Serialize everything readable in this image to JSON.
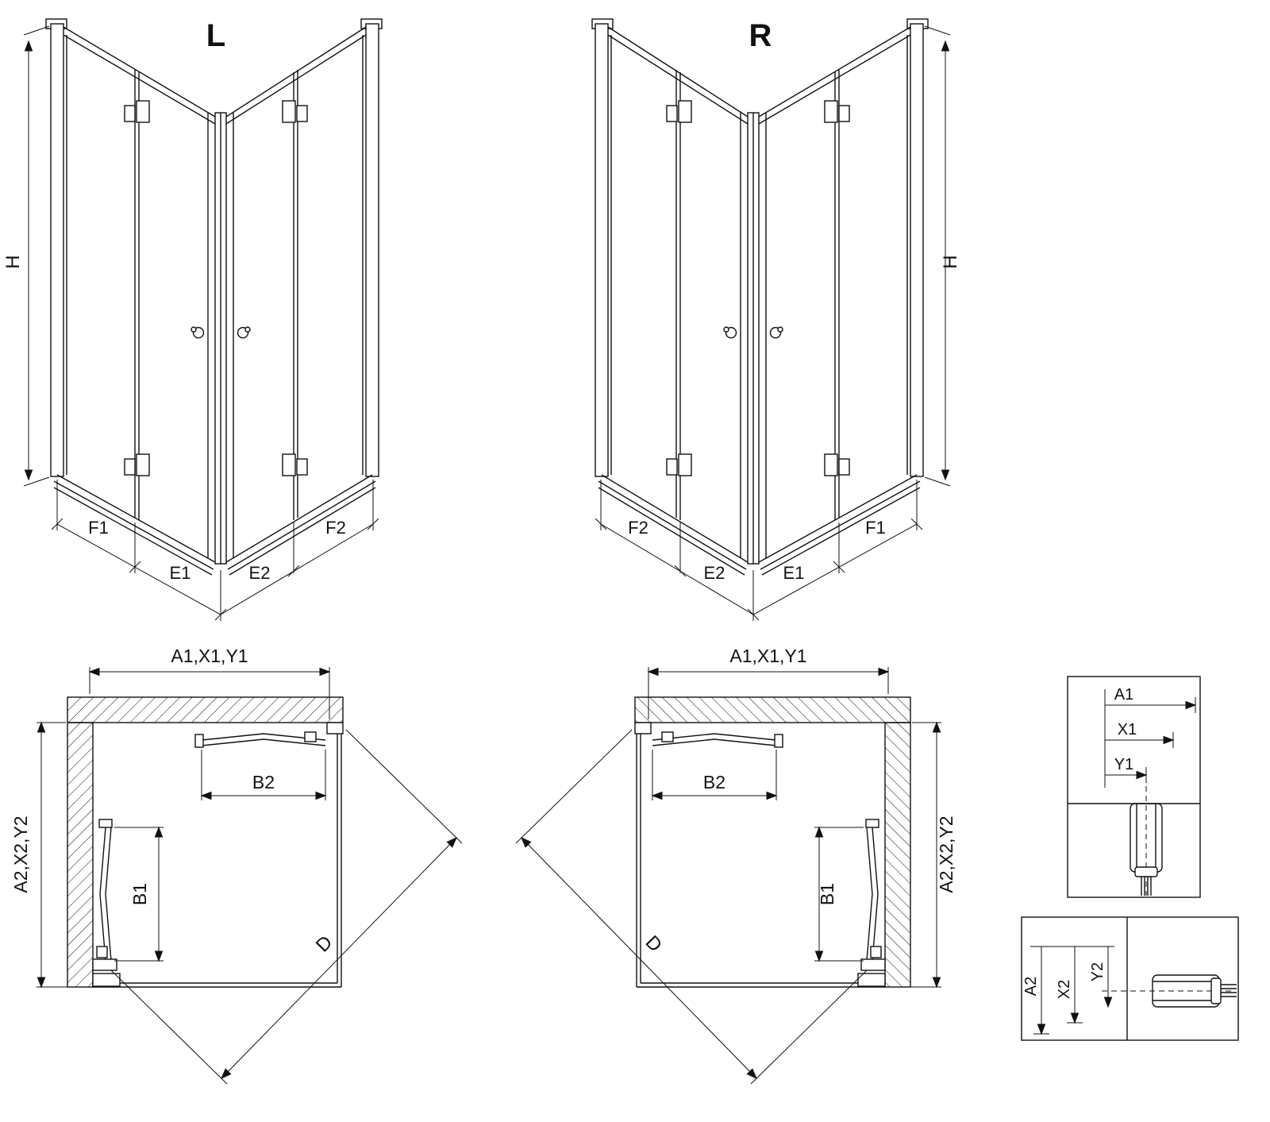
{
  "colors": {
    "line": "#111111",
    "background": "#ffffff"
  },
  "perspective_left": {
    "title": "L",
    "height_dim": "H",
    "seg_outer_left": "F1",
    "seg_inner_left": "E1",
    "seg_inner_right": "E2",
    "seg_outer_right": "F2"
  },
  "perspective_right": {
    "title": "R",
    "height_dim": "H",
    "seg_outer_left": "F2",
    "seg_inner_left": "E2",
    "seg_inner_right": "E1",
    "seg_outer_right": "F1"
  },
  "plan_left": {
    "width_dim": "A1,X1,Y1",
    "depth_dim": "A2,X2,Y2",
    "door_top_dim": "B2",
    "door_side_dim": "B1",
    "diagonal_dim": "D"
  },
  "plan_right": {
    "width_dim": "A1,X1,Y1",
    "depth_dim": "A2,X2,Y2",
    "door_top_dim": "B2",
    "door_side_dim": "B1",
    "diagonal_dim": "D"
  },
  "detail_top": {
    "dims": [
      "A1",
      "X1",
      "Y1"
    ]
  },
  "detail_bottom": {
    "dims": [
      "A2",
      "X2",
      "Y2"
    ]
  }
}
